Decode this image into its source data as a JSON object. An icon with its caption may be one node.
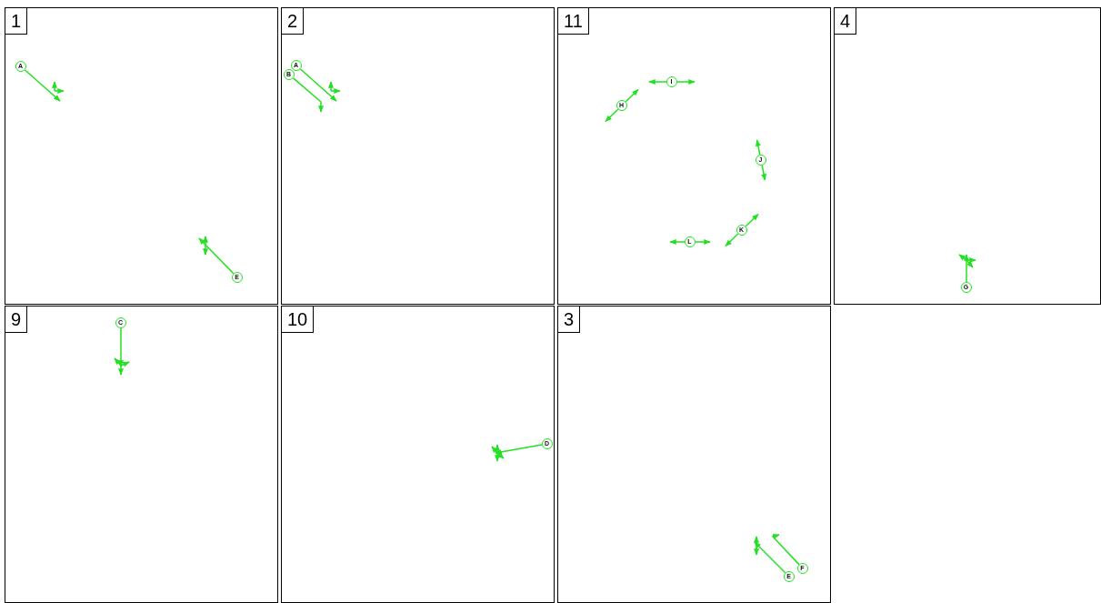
{
  "diagram": {
    "nodes": [
      {
        "text": [
          "1"
        ]
      },
      {
        "text": [
          "A"
        ],
        "in": 0
      },
      {
        "text": [
          "E"
        ],
        "in": 0
      },
      {
        "text": [
          "2"
        ]
      },
      {
        "text": [
          "A"
        ],
        "in": 3
      },
      {
        "text": [
          "B"
        ],
        "in": 3
      },
      {
        "text": [
          "11"
        ]
      },
      {
        "text": [
          "I"
        ],
        "in": 6
      },
      {
        "text": [
          "H"
        ],
        "in": 6
      },
      {
        "text": [
          "J"
        ],
        "in": 6
      },
      {
        "text": [
          "K"
        ],
        "in": 6
      },
      {
        "text": [
          "L"
        ],
        "in": 6
      },
      {
        "text": [
          "4"
        ]
      },
      {
        "text": [
          "G"
        ],
        "in": 12
      },
      {
        "text": [
          "9"
        ]
      },
      {
        "text": [
          "C"
        ],
        "in": 14
      },
      {
        "text": [
          "10"
        ]
      },
      {
        "text": [
          "D"
        ],
        "in": 16
      },
      {
        "text": [
          "3"
        ]
      },
      {
        "text": [
          "F"
        ],
        "in": 18
      },
      {
        "text": [
          "E"
        ],
        "in": 18
      }
    ],
    "edges": [
      {
        "from": 1,
        "to": null,
        "arrow": "to"
      },
      {
        "from": 2,
        "to": null,
        "arrow": "to"
      },
      {
        "from": 4,
        "to": null,
        "arrow": "to"
      },
      {
        "from": 5,
        "to": null,
        "arrow": "to"
      },
      {
        "from": 13,
        "to": null,
        "arrow": "to"
      },
      {
        "from": 15,
        "to": null,
        "arrow": "to"
      },
      {
        "from": 17,
        "to": null,
        "arrow": "to"
      },
      {
        "from": 19,
        "to": null,
        "arrow": "to"
      },
      {
        "from": 20,
        "to": null,
        "arrow": "to"
      }
    ]
  }
}
